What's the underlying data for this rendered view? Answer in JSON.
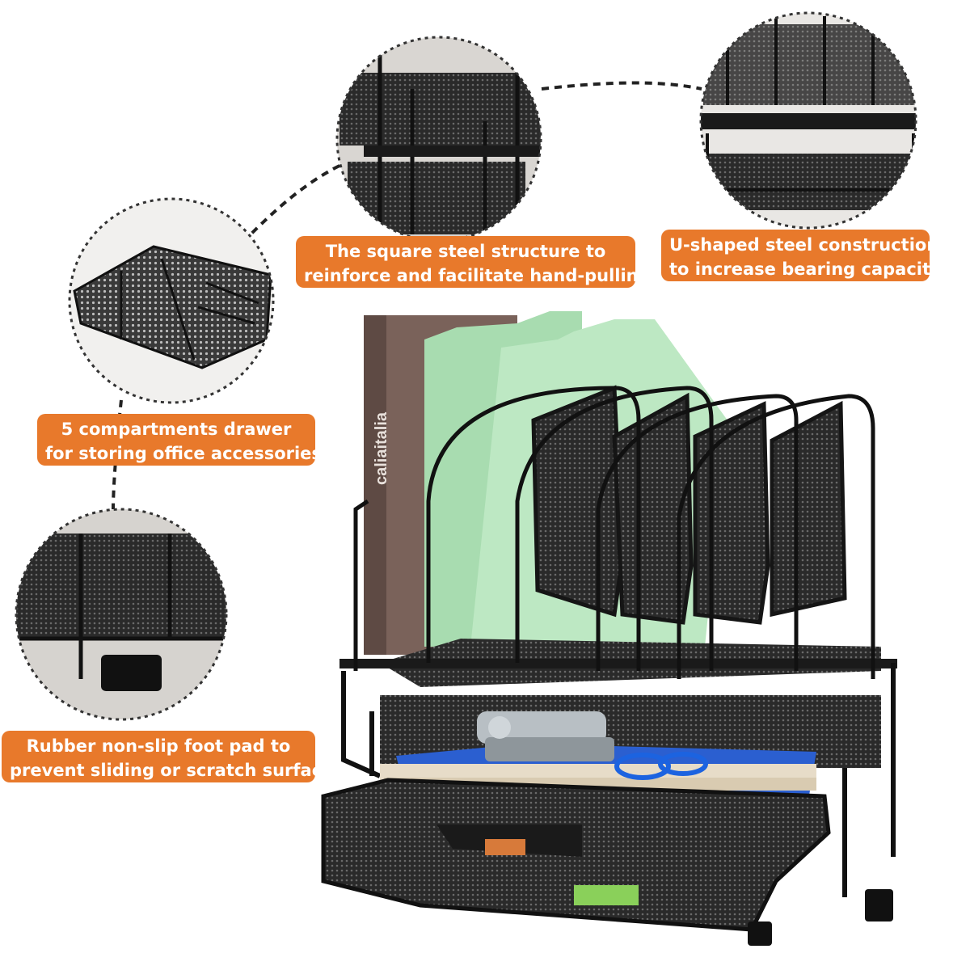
{
  "callouts": {
    "square_steel": {
      "line1": "The square steel structure to",
      "line2": "reinforce and facilitate hand-pulling"
    },
    "u_shaped": {
      "line1": "U-shaped steel construction",
      "line2": "to increase bearing capacity"
    },
    "compartments": {
      "line1": "5 compartments drawer",
      "line2": "for storing office accessories"
    },
    "foot_pad": {
      "line1": "Rubber non-slip foot pad to",
      "line2": "prevent sliding or scratch surface"
    }
  },
  "book_spine_text": "caliaitalia",
  "colors": {
    "callout_bg": "#e8792b",
    "callout_text": "#ffffff",
    "metal": "#1c1c1c",
    "folder": "#a8dcb0",
    "book": "#7a625a"
  },
  "icons": [
    "mesh-organizer-product",
    "zoom-circle-square-steel",
    "zoom-circle-u-shaped",
    "zoom-circle-drawer",
    "zoom-circle-foot-pad"
  ]
}
